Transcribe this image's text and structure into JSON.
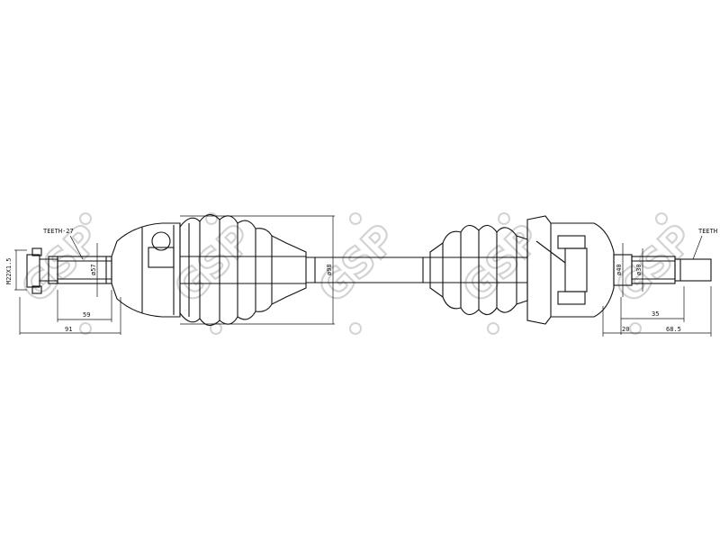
{
  "watermark": {
    "logo_text": "GSP",
    "color": "#d0d0d0"
  },
  "part": {
    "left_spline": "TEETH-27",
    "right_spline": "TEETH",
    "thread": "M22X1.5"
  },
  "dimensions": {
    "dia_left_stub": "ø57",
    "dia_boot_left": "ø98",
    "dia_right_outer": "ø40",
    "dia_right_stub": "ø30",
    "len_59": "59",
    "len_91": "91",
    "len_35": "35",
    "len_20": "20",
    "len_68_5": "68.5"
  },
  "colors": {
    "line": "#111111",
    "background": "#ffffff"
  }
}
